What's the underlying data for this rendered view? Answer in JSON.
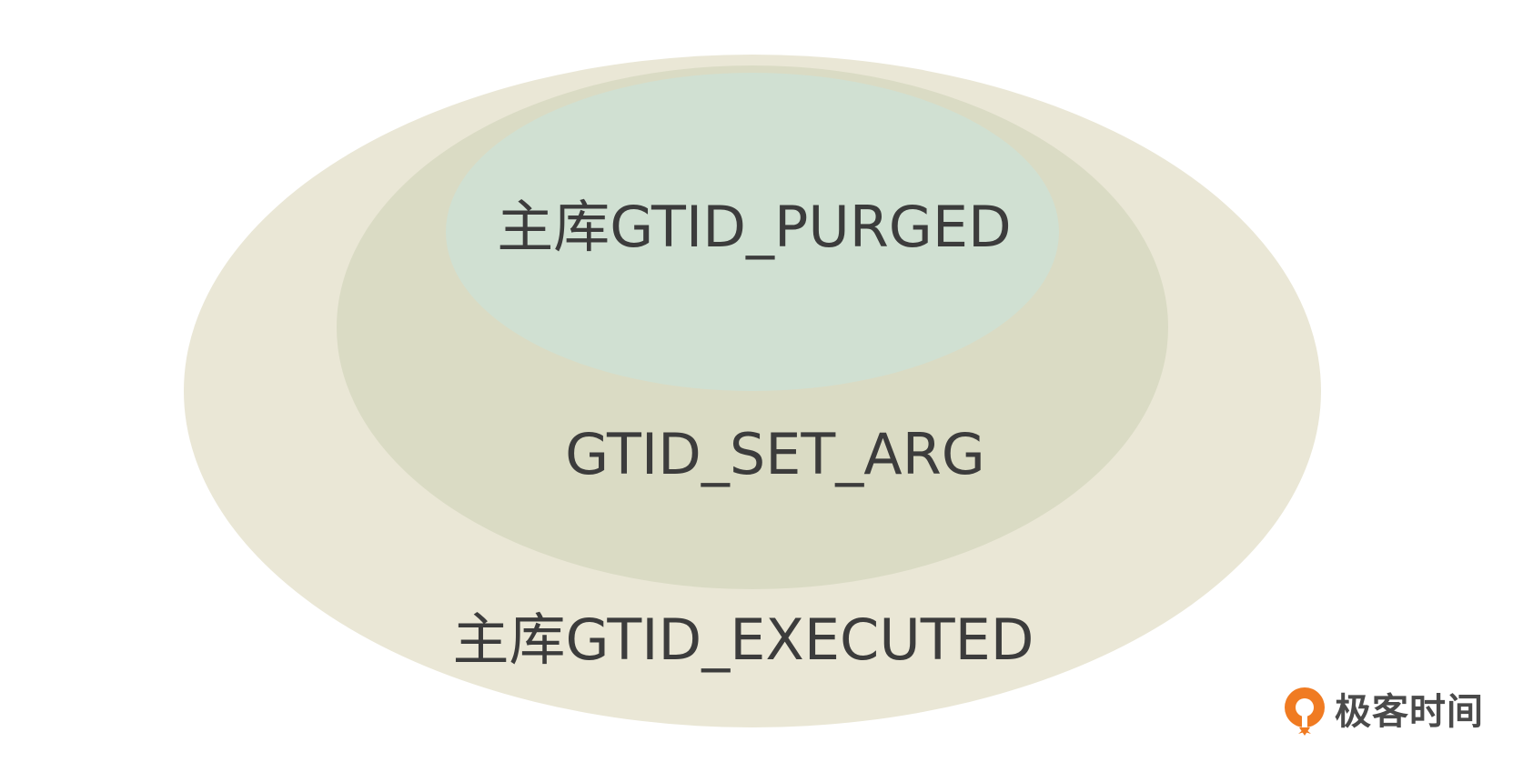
{
  "diagram": {
    "sets": [
      {
        "id": "executed",
        "label": "主库GTID_EXECUTED"
      },
      {
        "id": "arg",
        "label": "GTID_SET_ARG"
      },
      {
        "id": "purged",
        "label": "主库GTID_PURGED"
      }
    ],
    "colors": {
      "outer": "#eae7d6",
      "middle": "#dadbc4",
      "inner": "#d0e0d2",
      "text": "#3c3c3c"
    }
  },
  "watermark": {
    "text": "极客时间",
    "icon": "geektime-logo-icon",
    "color": "#f07b22"
  }
}
